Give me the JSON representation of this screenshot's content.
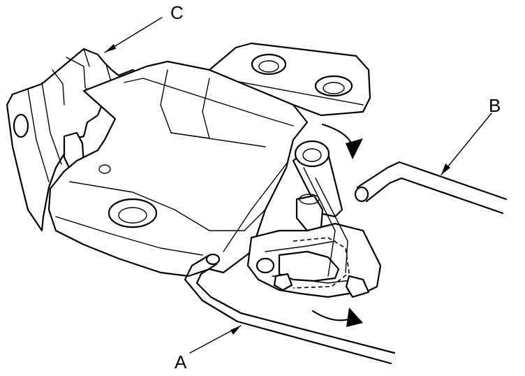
{
  "diagram": {
    "callouts": [
      {
        "id": "A",
        "label": "A"
      },
      {
        "id": "B",
        "label": "B"
      },
      {
        "id": "C",
        "label": "C"
      }
    ],
    "colors": {
      "line": "#000000",
      "background": "#ffffff"
    },
    "icons": [
      "rotation-arrow-icon"
    ]
  }
}
